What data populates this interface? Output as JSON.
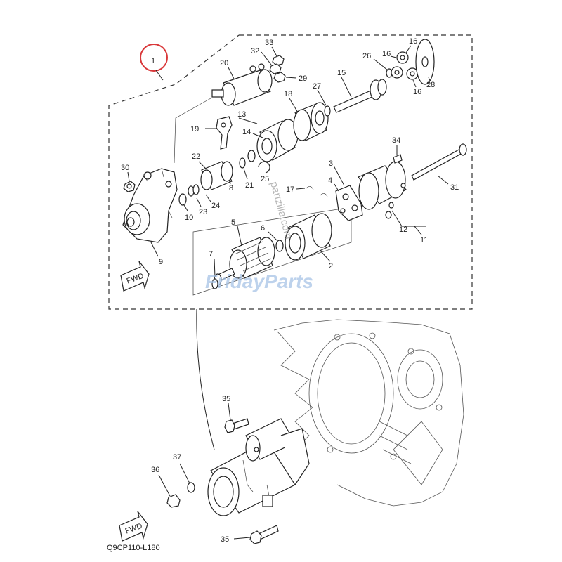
{
  "diagram": {
    "assembly_number": "1",
    "caption": "Q9CP110-L180",
    "fwd_label": "FWD",
    "watermark_brand": "FridayParts",
    "watermark_site": "partzilla.com",
    "callouts": {
      "c2": "2",
      "c3": "3",
      "c4": "4",
      "c5": "5",
      "c6": "6",
      "c7": "7",
      "c8": "8",
      "c9": "9",
      "c10": "10",
      "c11": "11",
      "c12": "12",
      "c13": "13",
      "c14": "14",
      "c15": "15",
      "c16a": "16",
      "c16b": "16",
      "c16c": "16",
      "c17": "17",
      "c18": "18",
      "c19": "19",
      "c20": "20",
      "c21": "21",
      "c22": "22",
      "c23": "23",
      "c24": "24",
      "c25": "25",
      "c26": "26",
      "c27": "27",
      "c28": "28",
      "c29": "29",
      "c30": "30",
      "c31": "31",
      "c32": "32",
      "c33": "33",
      "c34": "34",
      "c35a": "35",
      "c35b": "35",
      "c36": "36",
      "c37": "37"
    },
    "colors": {
      "line": "#222222",
      "highlight_circle": "#d9383a",
      "watermark_blue": "#a8c4e6",
      "watermark_gray": "#9a9a9a"
    }
  }
}
